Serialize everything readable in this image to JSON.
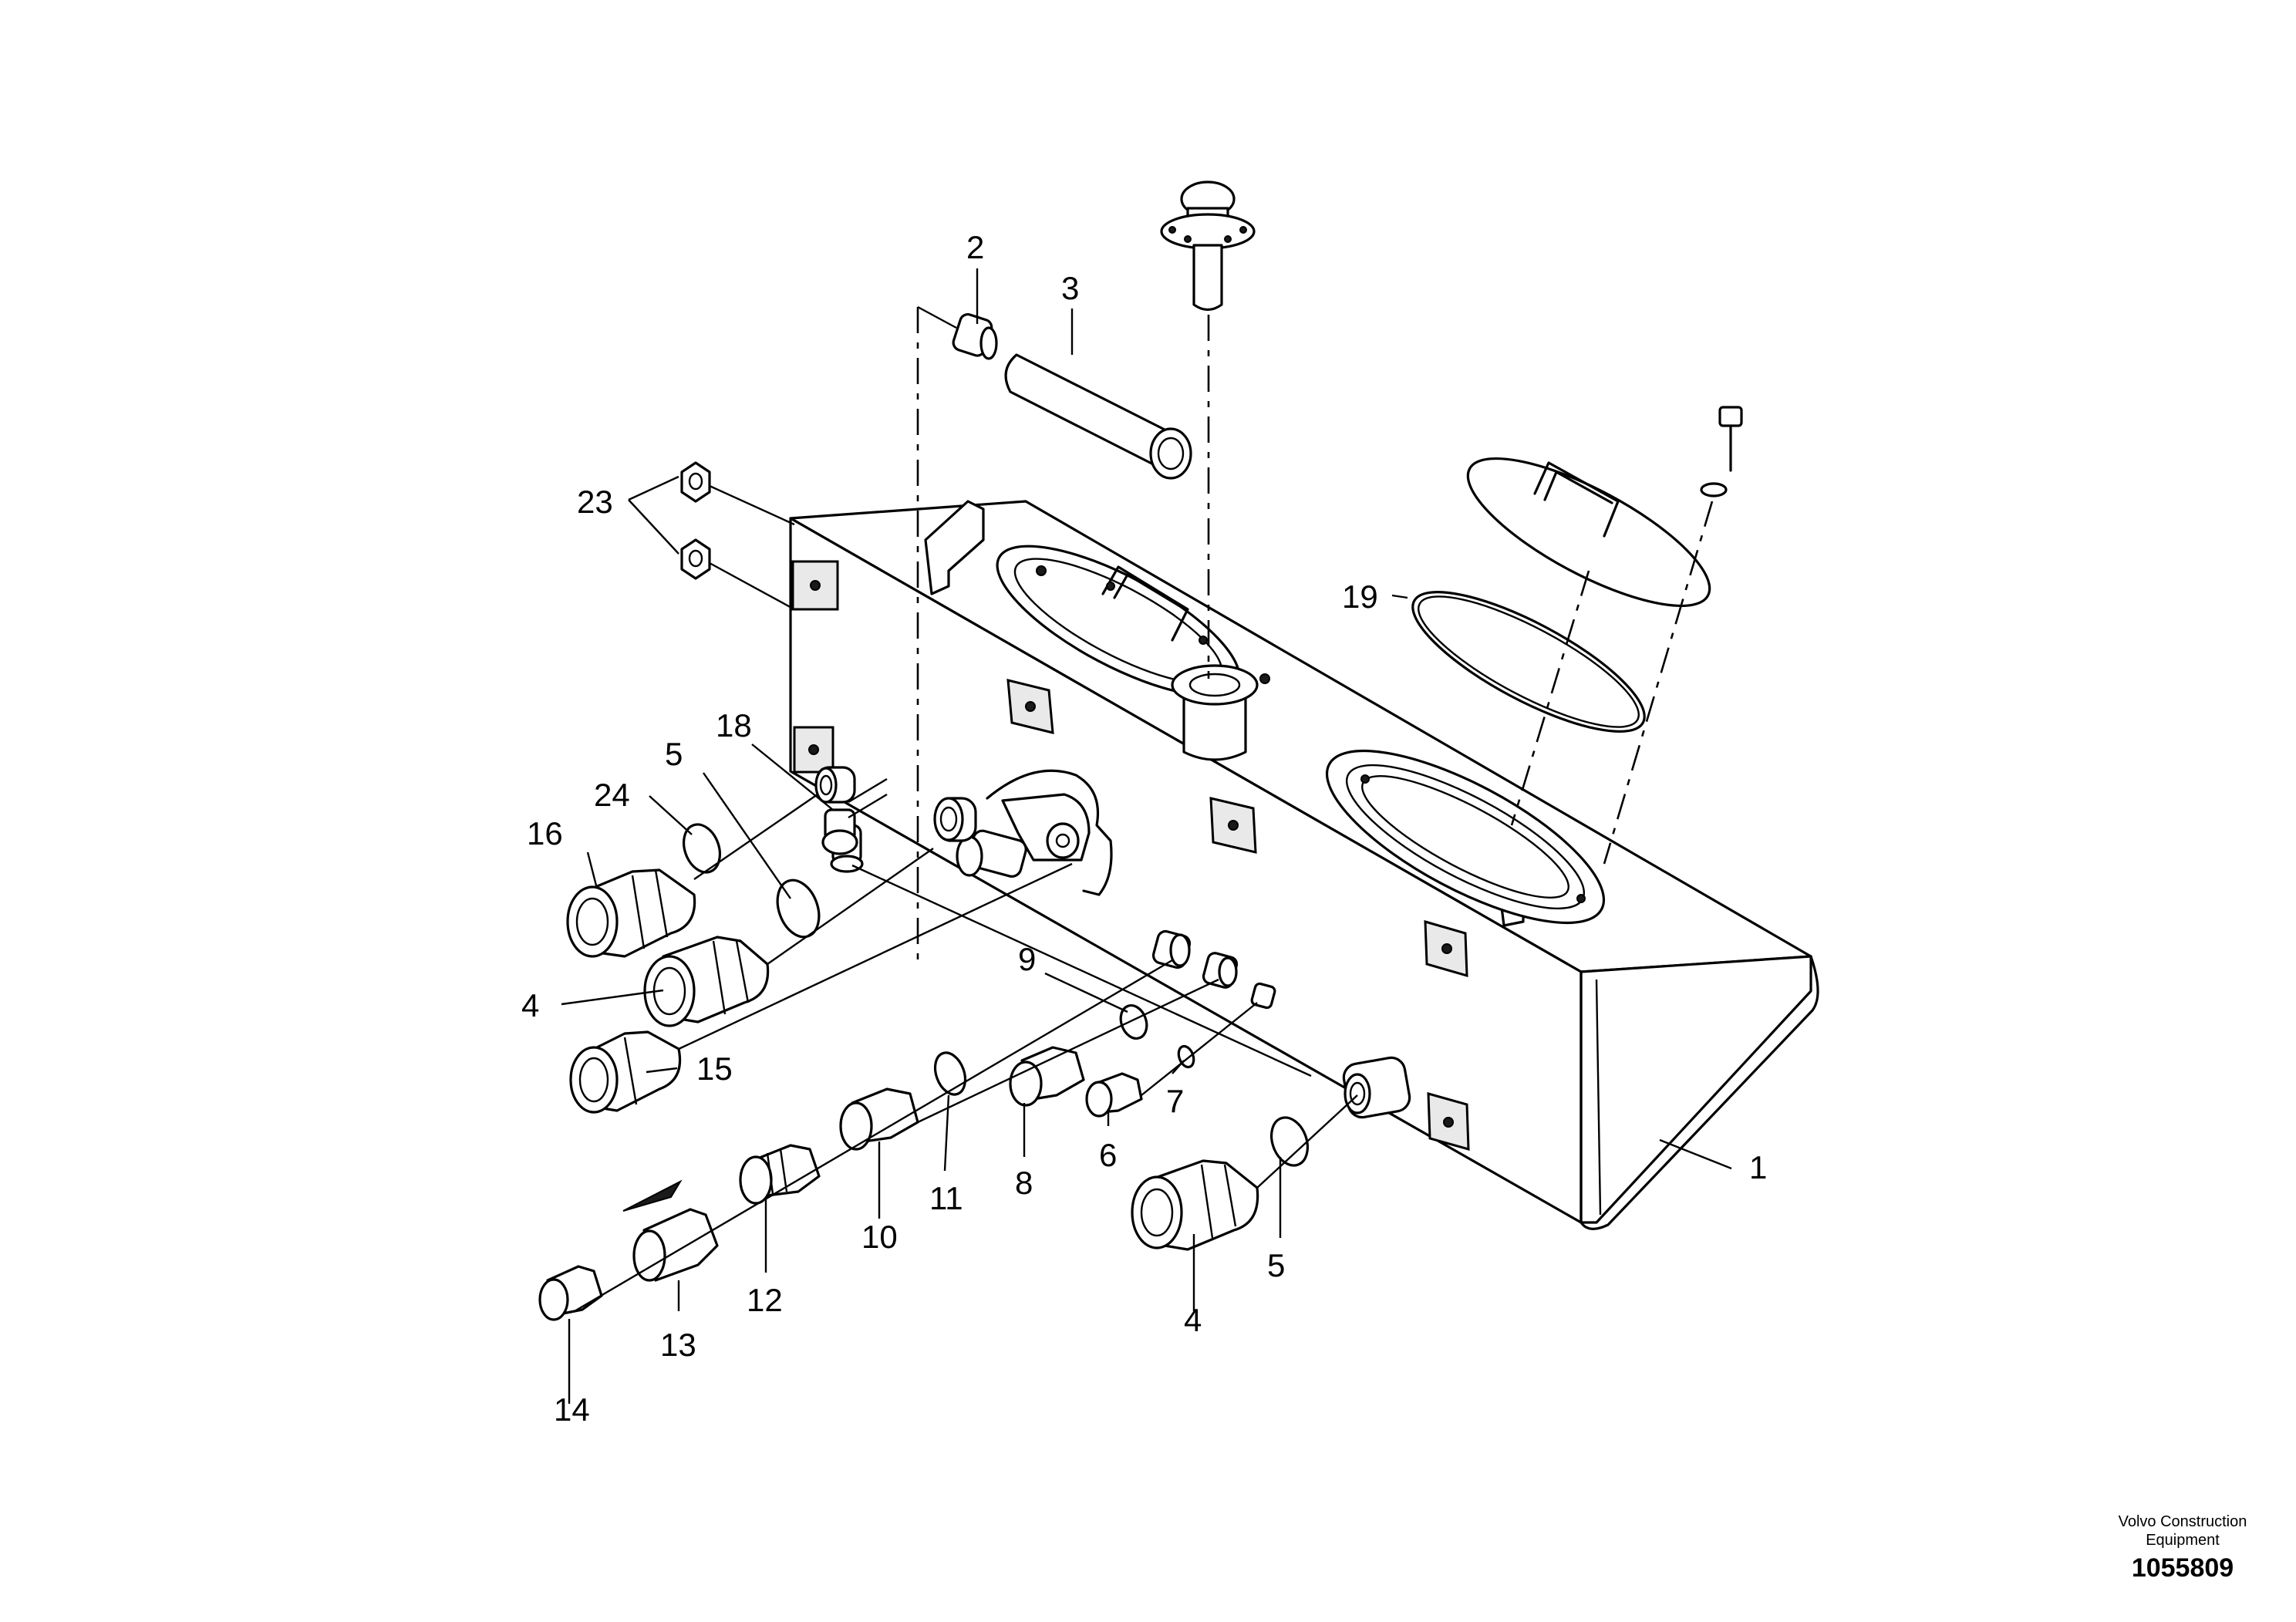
{
  "callouts": [
    {
      "id": "c1",
      "label": "1"
    },
    {
      "id": "c2",
      "label": "2"
    },
    {
      "id": "c3",
      "label": "3"
    },
    {
      "id": "c4a",
      "label": "4"
    },
    {
      "id": "c4b",
      "label": "4"
    },
    {
      "id": "c5a",
      "label": "5"
    },
    {
      "id": "c5b",
      "label": "5"
    },
    {
      "id": "c6",
      "label": "6"
    },
    {
      "id": "c7",
      "label": "7"
    },
    {
      "id": "c8",
      "label": "8"
    },
    {
      "id": "c9",
      "label": "9"
    },
    {
      "id": "c10",
      "label": "10"
    },
    {
      "id": "c11",
      "label": "11"
    },
    {
      "id": "c12",
      "label": "12"
    },
    {
      "id": "c13",
      "label": "13"
    },
    {
      "id": "c14",
      "label": "14"
    },
    {
      "id": "c15",
      "label": "15"
    },
    {
      "id": "c16",
      "label": "16"
    },
    {
      "id": "c18",
      "label": "18"
    },
    {
      "id": "c19",
      "label": "19"
    },
    {
      "id": "c23",
      "label": "23"
    },
    {
      "id": "c24",
      "label": "24"
    }
  ],
  "footer": {
    "brand_line1": "Volvo Construction",
    "brand_line2": "Equipment",
    "doc_number": "1055809"
  }
}
